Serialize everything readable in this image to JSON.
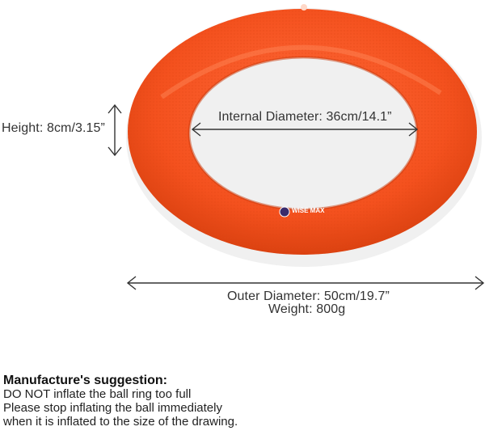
{
  "product": {
    "brand": "WISE MAX",
    "color": "#f4511e"
  },
  "dimensions": {
    "height": "Height: 8cm/3.15”",
    "internal_diameter": "Internal Diameter: 36cm/14.1”",
    "outer_diameter": "Outer Diameter: 50cm/19.7”",
    "weight": "Weight: 800g"
  },
  "suggestion": {
    "title": "Manufacture's suggestion:",
    "lines": [
      "DO NOT inflate the ball ring too full",
      "Please stop inflating the ball immediately",
      "when it is inflated to the size of the drawing."
    ]
  }
}
